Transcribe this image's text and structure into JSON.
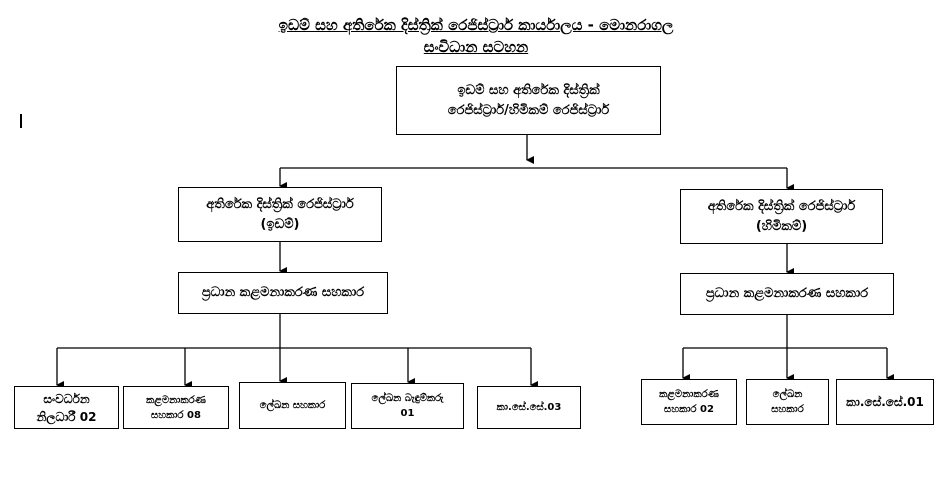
{
  "header": {
    "title": "ඉඩම් සහ අතිරේක දිස්ත්‍රික් රෙජිස්ට්‍රාර් කාර්යාලය - මොනරාගල",
    "subtitle": "සංවිධාන සටහන"
  },
  "top_box": {
    "line1": "ඉඩම් සහ අතිරේක දිස්ත්‍රික්",
    "line2": "රෙජිස්ට්‍රාර්/හිමිකම් රෙජිස්ට්‍රාර්"
  },
  "left_branch": {
    "registrar_line1": "අතිරේක දිස්ත්‍රික් රෙජිස්ට්‍රාර්",
    "registrar_line2": "(ඉඩම්)",
    "chief": "ප්‍රධාන කළමනාකරණ සහකාර",
    "staff": [
      {
        "line1": "සංවර්ධන",
        "line2": "නිලධාරී 02"
      },
      {
        "line1": "කළමනාකරණ",
        "line2": "සහකාර 08"
      },
      {
        "line1": "ලේඛන සහකාර",
        "line2": ""
      },
      {
        "line1": "ලේඛන බැඳුම්කරු",
        "line2": "01"
      },
      {
        "line1": "කා.සේ.සේ.03",
        "line2": ""
      }
    ]
  },
  "right_branch": {
    "registrar_line1": "අතිරේක දිස්ත්‍රික් රෙජිස්ට්‍රාර්",
    "registrar_line2": "(හිමිකම්)",
    "chief": "ප්‍රධාන කළමනාකරණ සහකාර",
    "staff": [
      {
        "line1": "කළමනාකරණ",
        "line2": "සහකාර 02"
      },
      {
        "line1": "ලේඛන",
        "line2": "සහකාර"
      },
      {
        "line1": "කා.සේ.සේ.01",
        "line2": ""
      }
    ]
  }
}
